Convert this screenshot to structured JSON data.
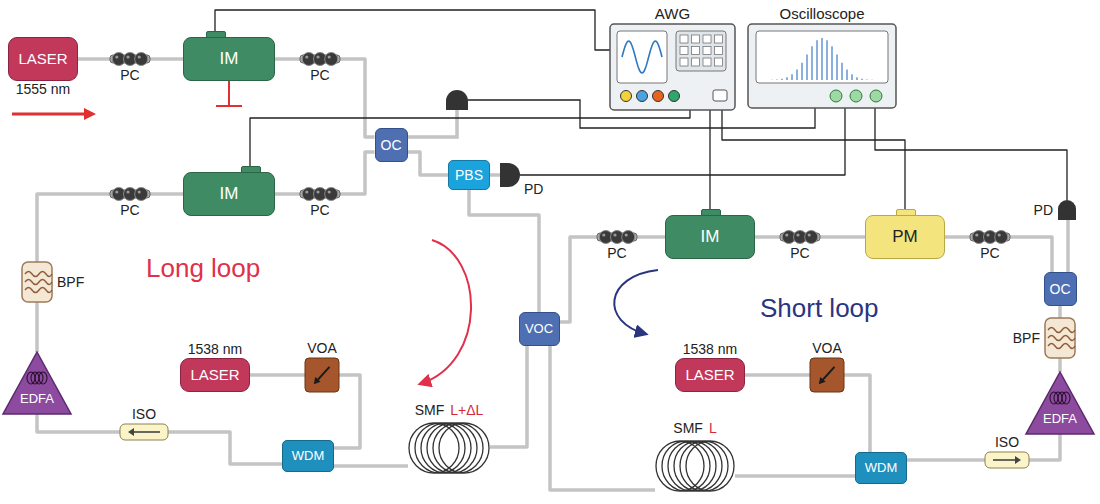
{
  "diagram": {
    "nodes": [
      {
        "text": [
          "LASER",
          "1555 nm"
        ]
      },
      {
        "text": [
          "PC"
        ]
      },
      {
        "text": [
          "IM"
        ]
      },
      {
        "text": [
          "PC"
        ]
      },
      {
        "text": [
          "OC"
        ]
      },
      {
        "text": [
          "AWG"
        ]
      },
      {
        "text": [
          "Oscilloscope"
        ]
      },
      {
        "text": [
          "PC"
        ]
      },
      {
        "text": [
          "IM"
        ]
      },
      {
        "text": [
          "PC"
        ]
      },
      {
        "text": [
          "PBS"
        ]
      },
      {
        "text": [
          "PD"
        ]
      },
      {
        "text": [
          "PC"
        ]
      },
      {
        "text": [
          "IM"
        ]
      },
      {
        "text": [
          "PC"
        ]
      },
      {
        "text": [
          "PM"
        ]
      },
      {
        "text": [
          "PC"
        ]
      },
      {
        "text": [
          "PD"
        ]
      },
      {
        "text": [
          "BPF"
        ]
      },
      {
        "text": [
          "OC"
        ]
      },
      {
        "text": [
          "VOC"
        ]
      },
      {
        "text": [
          "BPF"
        ]
      },
      {
        "text": [
          "EDFA"
        ]
      },
      {
        "text": [
          "1538 nm",
          "LASER"
        ]
      },
      {
        "text": [
          "VOA"
        ]
      },
      {
        "text": [
          "1538 nm",
          "LASER"
        ]
      },
      {
        "text": [
          "VOA"
        ]
      },
      {
        "text": [
          "EDFA"
        ]
      },
      {
        "text": [
          "ISO"
        ]
      },
      {
        "text": [
          "SMF",
          "L+ΔL"
        ]
      },
      {
        "text": [
          "WDM"
        ]
      },
      {
        "text": [
          "SMF",
          "L"
        ]
      },
      {
        "text": [
          "WDM"
        ]
      },
      {
        "text": [
          "ISO"
        ]
      }
    ],
    "edges": [
      {
        "from": 0,
        "to": 1,
        "arrow": "none"
      },
      {
        "from": 1,
        "to": 2,
        "arrow": "none"
      },
      {
        "from": 2,
        "to": 3,
        "arrow": "none"
      },
      {
        "from": 3,
        "to": 4,
        "arrow": "none"
      },
      {
        "from": 4,
        "to": 9,
        "arrow": "none"
      },
      {
        "from": 4,
        "to": 10,
        "arrow": "none"
      },
      {
        "from": 10,
        "to": 11,
        "arrow": "none"
      },
      {
        "from": 10,
        "to": 20,
        "arrow": "none"
      },
      {
        "from": 9,
        "to": 8,
        "arrow": "none"
      },
      {
        "from": 8,
        "to": 7,
        "arrow": "none"
      },
      {
        "from": 7,
        "to": 18,
        "arrow": "none"
      },
      {
        "from": 18,
        "to": 22,
        "arrow": "none"
      },
      {
        "from": 22,
        "to": 28,
        "arrow": "none"
      },
      {
        "from": 28,
        "to": 30,
        "arrow": "none"
      },
      {
        "from": 23,
        "to": 24,
        "arrow": "none"
      },
      {
        "from": 24,
        "to": 30,
        "arrow": "none"
      },
      {
        "from": 30,
        "to": 29,
        "arrow": "none"
      },
      {
        "from": 29,
        "to": 20,
        "arrow": "none"
      },
      {
        "from": 20,
        "to": 12,
        "arrow": "none"
      },
      {
        "from": 12,
        "to": 13,
        "arrow": "none"
      },
      {
        "from": 13,
        "to": 14,
        "arrow": "none"
      },
      {
        "from": 14,
        "to": 15,
        "arrow": "none"
      },
      {
        "from": 15,
        "to": 16,
        "arrow": "none"
      },
      {
        "from": 19,
        "to": 16,
        "arrow": "none"
      },
      {
        "from": 19,
        "to": 17,
        "arrow": "none"
      },
      {
        "from": 21,
        "to": 19,
        "arrow": "none"
      },
      {
        "from": 27,
        "to": 21,
        "arrow": "none"
      },
      {
        "from": 33,
        "to": 27,
        "arrow": "none"
      },
      {
        "from": 32,
        "to": 33,
        "arrow": "none"
      },
      {
        "from": 31,
        "to": 32,
        "arrow": "none"
      },
      {
        "from": 20,
        "to": 31,
        "arrow": "none"
      },
      {
        "from": 25,
        "to": 26,
        "arrow": "none"
      },
      {
        "from": 26,
        "to": 32,
        "arrow": "none"
      },
      {
        "from": 2,
        "to": 5,
        "arrow": "none"
      },
      {
        "from": 8,
        "to": 5,
        "arrow": "none"
      },
      {
        "from": 13,
        "to": 5,
        "arrow": "none"
      },
      {
        "from": 15,
        "to": 5,
        "arrow": "none"
      },
      {
        "from": 11,
        "to": 6,
        "arrow": "none"
      },
      {
        "from": 17,
        "to": 6,
        "arrow": "none"
      }
    ],
    "labels": [
      "Long loop",
      "Short loop"
    ]
  }
}
